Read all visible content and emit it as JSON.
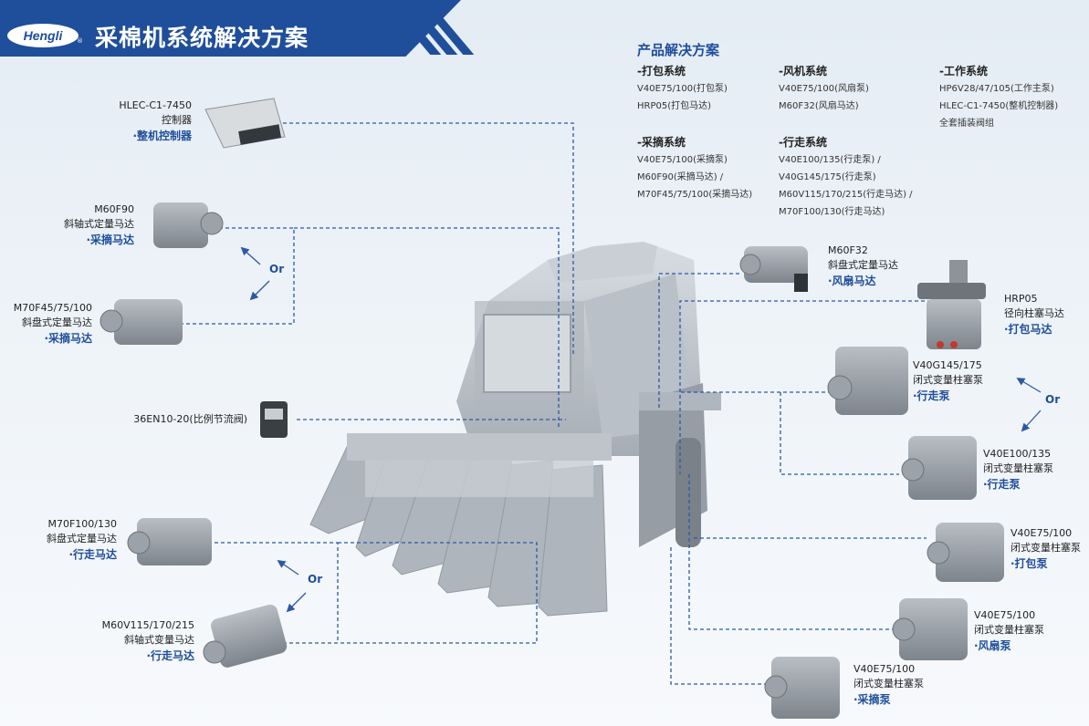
{
  "brand": {
    "logo_text": "Hengli",
    "registered_mark": "®"
  },
  "header": {
    "title": "采棉机系统解决方案"
  },
  "solutions": {
    "heading": "产品解决方案",
    "groups": [
      {
        "title": "-打包系统",
        "items": [
          "V40E75/100(打包泵)",
          "HRP05(打包马达)"
        ]
      },
      {
        "title": "-风机系统",
        "items": [
          "V40E75/100(风扇泵)",
          "M60F32(风扇马达)"
        ]
      },
      {
        "title": "-工作系统",
        "items": [
          "HP6V28/47/105(工作主泵)",
          "HLEC-C1-7450(整机控制器)",
          "全套插装阀组"
        ]
      },
      {
        "title": "-采摘系统",
        "items": [
          "V40E75/100(采摘泵)",
          "M60F90(采摘马达) /",
          "M70F45/75/100(采摘马达)"
        ]
      },
      {
        "title": "-行走系统",
        "items": [
          "V40E100/135(行走泵) /",
          "V40G145/175(行走泵)",
          "M60V115/170/215(行走马达) /",
          "M70F100/130(行走马达)"
        ]
      }
    ]
  },
  "components": {
    "controller": {
      "model": "HLEC-C1-7450",
      "type": "控制器",
      "function": "·整机控制器"
    },
    "m60f90": {
      "model": "M60F90",
      "type": "斜轴式定量马达",
      "function": "·采摘马达"
    },
    "m70f45": {
      "model": "M70F45/75/100",
      "type": "斜盘式定量马达",
      "function": "·采摘马达"
    },
    "valve": {
      "model": "36EN10-20(比例节流阀)"
    },
    "m70f100": {
      "model": "M70F100/130",
      "type": "斜盘式定量马达",
      "function": "·行走马达"
    },
    "m60v": {
      "model": "M60V115/170/215",
      "type": "斜轴式变量马达",
      "function": "·行走马达"
    },
    "m60f32": {
      "model": "M60F32",
      "type": "斜盘式定量马达",
      "function": "·风扇马达"
    },
    "hrp05": {
      "model": "HRP05",
      "type": "径向柱塞马达",
      "function": "·打包马达"
    },
    "v40g": {
      "model": "V40G145/175",
      "type": "闭式变量柱塞泵",
      "function": "·行走泵"
    },
    "v40e100": {
      "model": "V40E100/135",
      "type": "闭式变量柱塞泵",
      "function": "·行走泵"
    },
    "v40e75_pack": {
      "model": "V40E75/100",
      "type": "闭式变量柱塞泵",
      "function": "·打包泵"
    },
    "v40e75_fan": {
      "model": "V40E75/100",
      "type": "闭式变量柱塞泵",
      "function": "·风扇泵"
    },
    "v40e75_pick": {
      "model": "V40E75/100",
      "type": "闭式变量柱塞泵",
      "function": "·采摘泵"
    }
  },
  "or_text": "Or",
  "colors": {
    "brand_blue": "#1f4e9b",
    "wire": "#2b5aa5",
    "metal": "#8c939b"
  }
}
